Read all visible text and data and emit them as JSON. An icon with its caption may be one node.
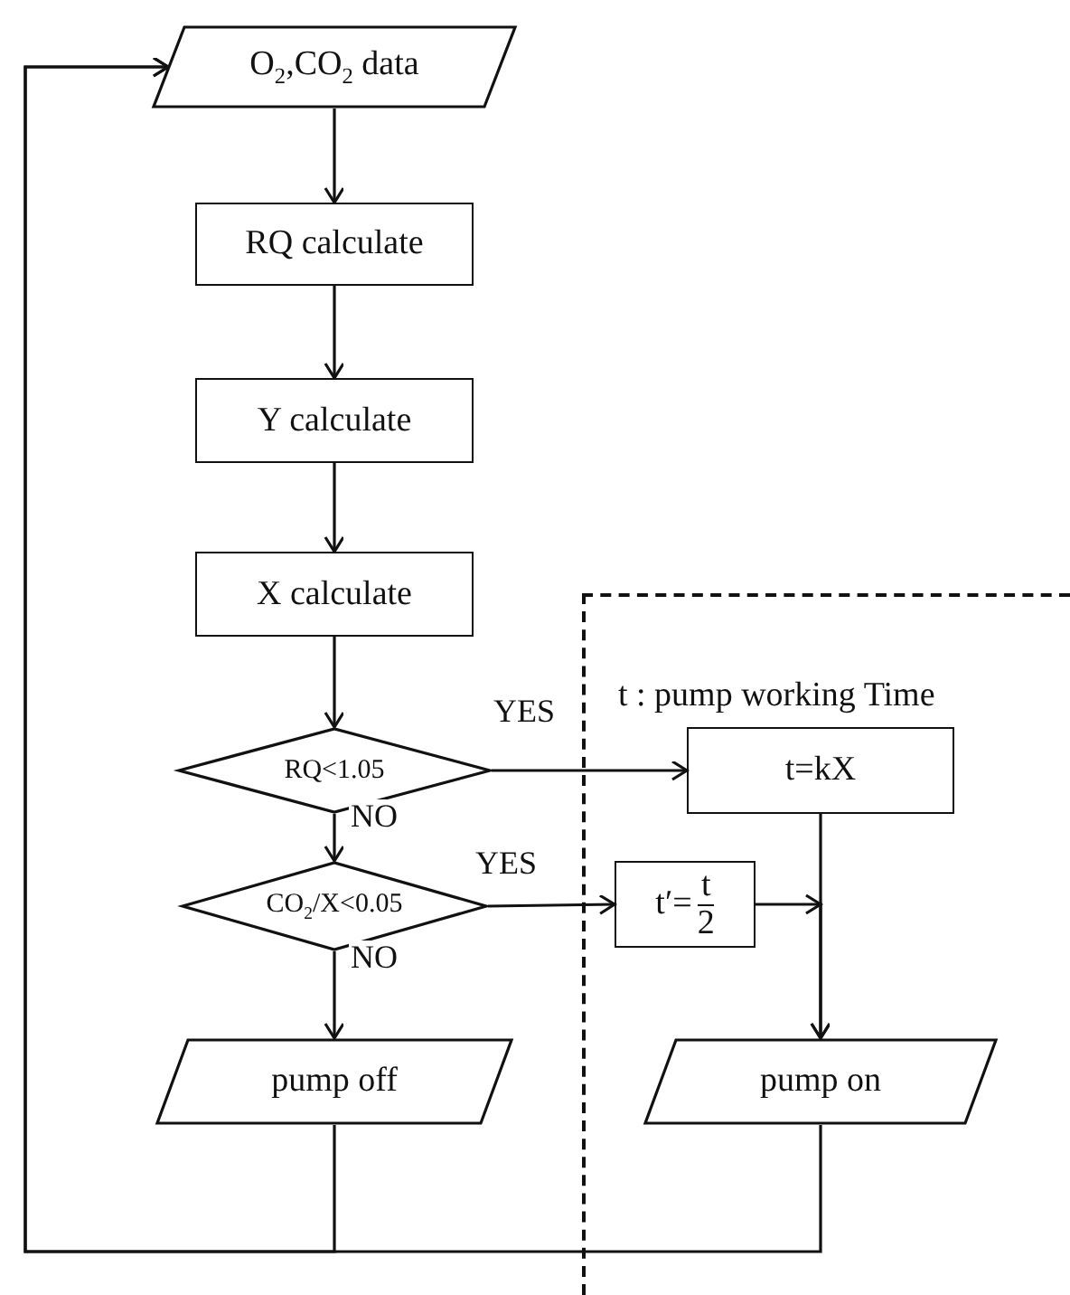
{
  "diagram": {
    "nodes": [
      {
        "text": [
          "O$_{2}$,CO$_{2}$ data"
        ]
      },
      {
        "text": [
          "RQ calculate"
        ]
      },
      {
        "text": [
          "Y calculate"
        ]
      },
      {
        "text": [
          "X calculate"
        ]
      },
      {
        "text": [
          "RQ<1.05"
        ]
      },
      {
        "text": [
          "CO$_{2}$/X<0.05"
        ]
      },
      {
        "text": [
          "pump off"
        ]
      },
      {
        "text": [
          "t : pump working Time"
        ]
      },
      {
        "text": [
          "t=kX"
        ],
        "in": 7
      },
      {
        "text": [
          "t′=",
          "t",
          "2"
        ],
        "in": 7
      },
      {
        "text": [
          "pump on"
        ],
        "in": 7
      }
    ],
    "edges": [
      {
        "from": 0,
        "to": 1,
        "arrow": "to"
      },
      {
        "from": 1,
        "to": 2,
        "arrow": "to"
      },
      {
        "from": 2,
        "to": 3,
        "arrow": "to"
      },
      {
        "from": 3,
        "to": 4,
        "arrow": "to"
      },
      {
        "from": 4,
        "to": 8,
        "arrow": "to",
        "label": "YES"
      },
      {
        "from": 4,
        "to": 5,
        "arrow": "to",
        "label": "NO"
      },
      {
        "from": 5,
        "to": 9,
        "arrow": "to",
        "label": "YES"
      },
      {
        "from": 5,
        "to": 6,
        "arrow": "to",
        "label": "NO"
      },
      {
        "from": 8,
        "to": 10,
        "arrow": "to"
      },
      {
        "from": 9,
        "to": 10,
        "arrow": "to"
      },
      {
        "from": 6,
        "to": 0,
        "arrow": "to"
      },
      {
        "from": 10,
        "to": 0,
        "arrow": "to"
      }
    ]
  }
}
